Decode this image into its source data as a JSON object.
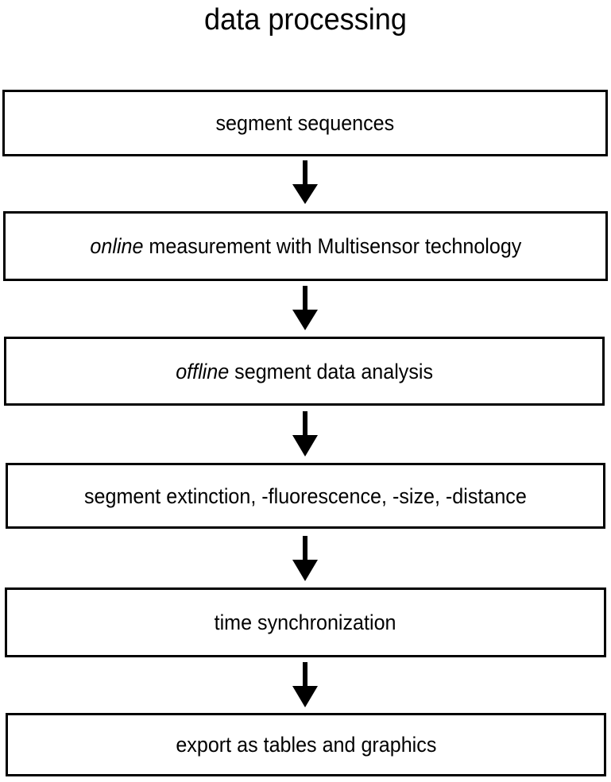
{
  "diagram": {
    "title": "data processing",
    "node_count": 6,
    "arrow_count": 5,
    "arrow_icon": "down-arrow-icon",
    "colors": {
      "stroke": "#000000",
      "fill": "#ffffff",
      "text": "#000000"
    },
    "nodes": [
      {
        "id": "segment-sequences",
        "text": "segment sequences",
        "emphasis": "",
        "rest": "segment sequences"
      },
      {
        "id": "online-measurement",
        "text": "online measurement with Multisensor technology",
        "emphasis": "online",
        "rest": " measurement with Multisensor technology"
      },
      {
        "id": "offline-analysis",
        "text": "offline segment data analysis",
        "emphasis": "offline",
        "rest": " segment data analysis"
      },
      {
        "id": "segment-metrics",
        "text": "segment extinction, -fluorescence, -size, -distance",
        "emphasis": "",
        "rest": "segment extinction, -fluorescence, -size, -distance"
      },
      {
        "id": "time-synchronization",
        "text": "time synchronization",
        "emphasis": "",
        "rest": "time synchronization"
      },
      {
        "id": "export",
        "text": "export as tables and graphics",
        "emphasis": "",
        "rest": "export as tables and graphics"
      }
    ]
  }
}
